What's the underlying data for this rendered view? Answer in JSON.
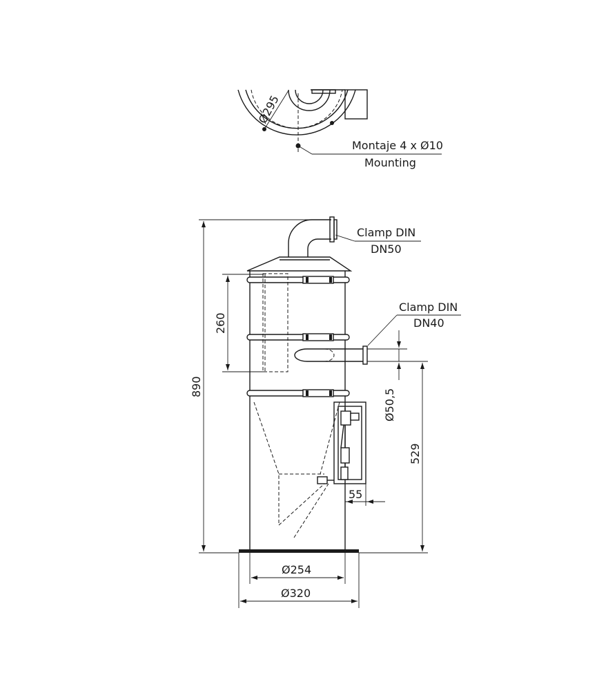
{
  "top_view": {
    "diameter_label": "Ø295",
    "mounting_label_es": "Montaje 4 x Ø10",
    "mounting_label_en": "Mounting"
  },
  "side_view": {
    "outlet_clamp_label": "Clamp DIN",
    "outlet_clamp_size": "DN50",
    "inlet_clamp_label": "Clamp DIN",
    "inlet_clamp_size": "DN40",
    "dim_total_height": "890",
    "dim_upper_section": "260",
    "dim_inlet_diameter": "Ø50,5",
    "dim_inlet_height": "529",
    "dim_box_width": "55",
    "dim_body_diameter": "Ø254",
    "dim_base_diameter": "Ø320"
  }
}
